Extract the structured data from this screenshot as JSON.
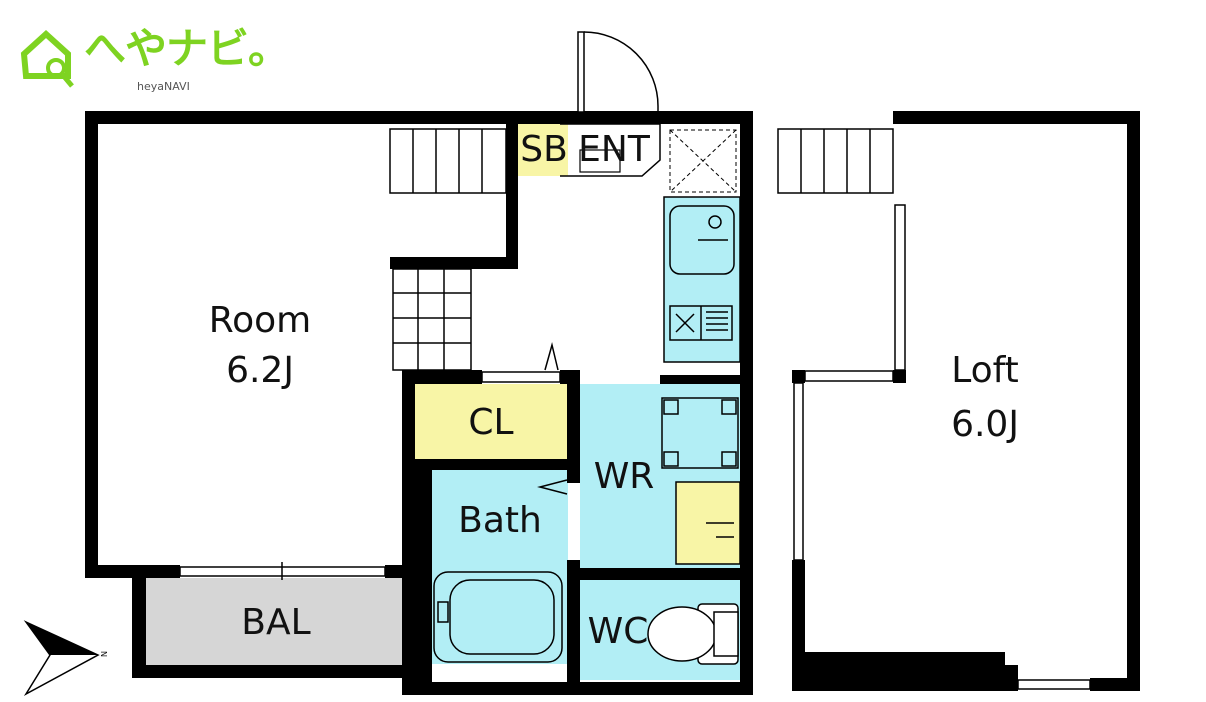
{
  "brand": {
    "name": "へやナビ。",
    "subtitle": "heyaNAVI",
    "color": "#7ed321"
  },
  "rooms": {
    "room": {
      "name": "Room",
      "size": "6.2J"
    },
    "loft": {
      "name": "Loft",
      "size": "6.0J"
    },
    "sb": "SB",
    "ent": "ENT",
    "cl": "CL",
    "wr": "WR",
    "bath": "Bath",
    "wc": "WC",
    "bal": "BAL"
  },
  "compass": {
    "label": "N"
  },
  "colors": {
    "wall": "#000000",
    "wet_area": "#b2eef5",
    "storage": "#f8f5a6",
    "balcony": "#d6d6d6"
  }
}
